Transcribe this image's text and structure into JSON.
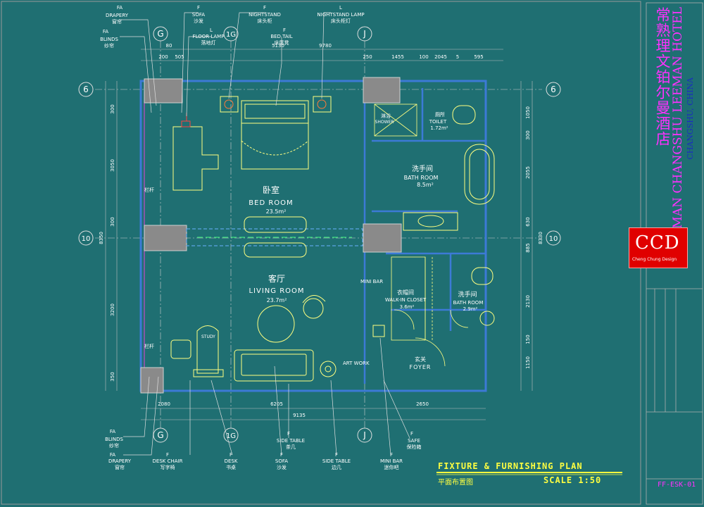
{
  "sheet": {
    "title": "FIXTURE & FURNISHING PLAN",
    "title_cn": "平面布置图",
    "scale": "SCALE 1:50",
    "sheet_number": "FF-ESK-01"
  },
  "project": {
    "name_cn": "常熟理文铂尔曼酒店",
    "name_en": "PULLMAN CHANGSHU LEEMAN HOTEL",
    "city": "CHANGSHU, CHINA"
  },
  "logo": {
    "text": "CCD",
    "tagline": "Cheng Chung Design"
  },
  "grid": {
    "top": [
      "G",
      "1G",
      "J"
    ],
    "bottom": [
      "G",
      "1G",
      "J"
    ],
    "left": [
      "6",
      "10"
    ],
    "right": [
      "6",
      "10"
    ]
  },
  "dimensions": {
    "top_row1": [
      "80",
      "5130",
      "9780"
    ],
    "top_row2": [
      "200",
      "505",
      "250",
      "1455",
      "100",
      "2045",
      "5",
      "595"
    ],
    "left": [
      "300",
      "3050",
      "8350",
      "300",
      "3200",
      "350"
    ],
    "right": [
      "1050",
      "300",
      "2055",
      "630",
      "885",
      "2130",
      "150",
      "1150",
      "8330"
    ],
    "bottom_row1": [
      "2080",
      "6205",
      "2650"
    ],
    "bottom_row2": [
      "9135"
    ]
  },
  "rooms": [
    {
      "cn": "卧室",
      "en": "BED ROOM",
      "area": "23.5m²"
    },
    {
      "cn": "客厅",
      "en": "LIVING ROOM",
      "area": "23.7m²"
    },
    {
      "cn": "洗手间",
      "en": "BATH ROOM",
      "area": "8.5m²"
    },
    {
      "cn": "厕所",
      "en": "TOILET",
      "area": "1.72m²"
    },
    {
      "cn": "淋浴",
      "en": "SHOWER",
      "area": ""
    },
    {
      "cn": "衣帽间",
      "en": "WALK-IN CLOSET",
      "area": "3.6m²"
    },
    {
      "cn": "洗手间",
      "en": "BATH ROOM",
      "area": "2.9m²"
    },
    {
      "cn": "玄关",
      "en": "FOYER",
      "area": ""
    }
  ],
  "labels": {
    "mini_bar": "MINI BAR",
    "art_work": "ART WORK",
    "study": "STUDY",
    "rail": "栏杆"
  },
  "tags_top": [
    {
      "code": "FA",
      "en": "DRAPERY",
      "cn": "窗帘"
    },
    {
      "code": "FA",
      "en": "BLINDS",
      "cn": "纱帘"
    },
    {
      "code": "F",
      "en": "SOFA",
      "cn": "沙发"
    },
    {
      "code": "L",
      "en": "FLOOR LAMP",
      "cn": "落地灯"
    },
    {
      "code": "F",
      "en": "NIGHTSTAND",
      "cn": "床头柜"
    },
    {
      "code": "F",
      "en": "BED TAIL",
      "cn": "床尾凳"
    },
    {
      "code": "L",
      "en": "NIGHTSTAND LAMP",
      "cn": "床头柜灯"
    }
  ],
  "tags_bottom": [
    {
      "code": "FA",
      "en": "BLINDS",
      "cn": "纱帘"
    },
    {
      "code": "FA",
      "en": "DRAPERY",
      "cn": "窗帘"
    },
    {
      "code": "F",
      "en": "DESK CHAIR",
      "cn": "写字椅"
    },
    {
      "code": "F",
      "en": "DESK",
      "cn": "书桌"
    },
    {
      "code": "F",
      "en": "SIDE TABLE",
      "cn": "茶几"
    },
    {
      "code": "F",
      "en": "SOFA",
      "cn": "沙发"
    },
    {
      "code": "F",
      "en": "SIDE TABLE",
      "cn": "边几"
    },
    {
      "code": "F",
      "en": "MINI BAR",
      "cn": "迷你吧"
    },
    {
      "code": "F",
      "en": "SAFE",
      "cn": "保险箱"
    }
  ]
}
